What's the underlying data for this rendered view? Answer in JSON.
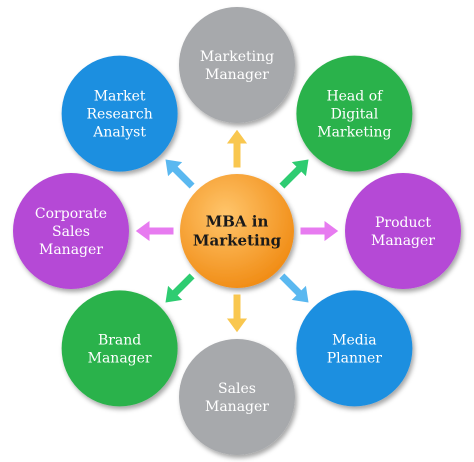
{
  "center": {
    "lines": [
      "MBA in",
      "Marketing"
    ],
    "color": "#f7941d"
  },
  "nodes": [
    {
      "id": "marketing-manager",
      "lines": [
        "Marketing",
        "Manager"
      ],
      "color": "#a7a9ac",
      "arrow_color": "#f9c74f"
    },
    {
      "id": "head-of-digital-marketing",
      "lines": [
        "Head of",
        "Digital",
        "Marketing"
      ],
      "color": "#2bb24c",
      "arrow_color": "#2ecc71"
    },
    {
      "id": "product-manager",
      "lines": [
        "Product",
        "Manager"
      ],
      "color": "#b549d6",
      "arrow_color": "#e77bf0"
    },
    {
      "id": "media-planner",
      "lines": [
        "Media",
        "Planner"
      ],
      "color": "#1f8fe0",
      "arrow_color": "#5ab8f0"
    },
    {
      "id": "sales-manager",
      "lines": [
        "Sales",
        "Manager"
      ],
      "color": "#a7a9ac",
      "arrow_color": "#f9c74f"
    },
    {
      "id": "brand-manager",
      "lines": [
        "Brand",
        "Manager"
      ],
      "color": "#2bb24c",
      "arrow_color": "#2ecc71"
    },
    {
      "id": "corporate-sales-manager",
      "lines": [
        "Corporate",
        "Sales",
        "Manager"
      ],
      "color": "#b549d6",
      "arrow_color": "#e77bf0"
    },
    {
      "id": "market-research-analyst",
      "lines": [
        "Market",
        "Research",
        "Analyst"
      ],
      "color": "#1f8fe0",
      "arrow_color": "#5ab8f0"
    }
  ]
}
